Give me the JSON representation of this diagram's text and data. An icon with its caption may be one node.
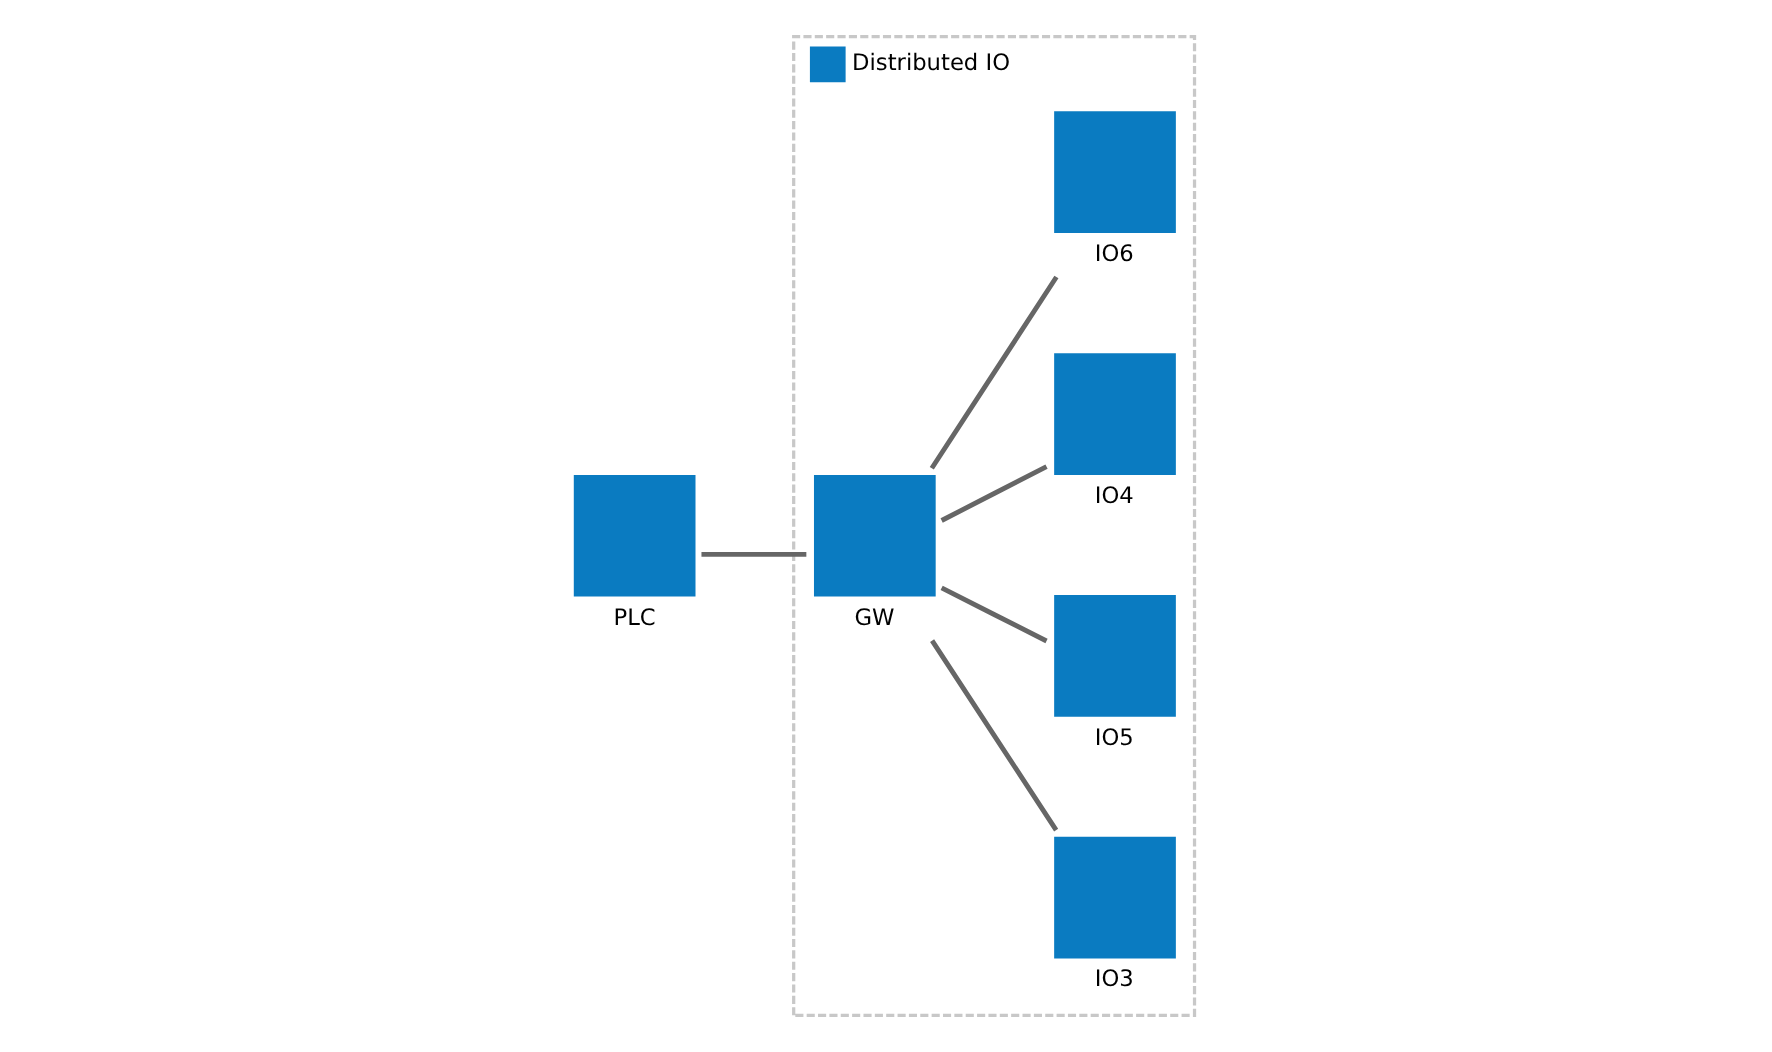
{
  "diagram": {
    "nodes": [
      {
        "text": [
          "Distributed IO"
        ]
      },
      {
        "text": [
          "IO3"
        ],
        "in": 0
      },
      {
        "text": [
          "IO5"
        ],
        "in": 0
      },
      {
        "text": [
          "PLC"
        ]
      },
      {
        "text": [
          "GW"
        ],
        "in": 0
      },
      {
        "text": [
          "IO4"
        ],
        "in": 0
      },
      {
        "text": [
          "IO6"
        ],
        "in": 0
      }
    ],
    "edges": [
      {
        "from": 3,
        "to": 4,
        "arrow": "none"
      },
      {
        "from": 4,
        "to": 1,
        "arrow": "none"
      },
      {
        "from": 4,
        "to": 5,
        "arrow": "none"
      },
      {
        "from": 4,
        "to": 2,
        "arrow": "none"
      },
      {
        "from": 4,
        "to": 6,
        "arrow": "none"
      }
    ]
  }
}
